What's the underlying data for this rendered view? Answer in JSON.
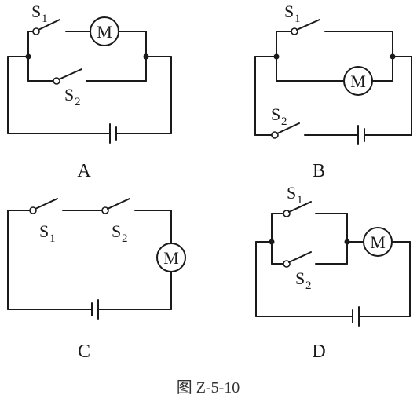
{
  "figure": {
    "caption": "图 Z-5-10",
    "switch1_base": "S",
    "switch1_sub": "1",
    "switch2_base": "S",
    "switch2_sub": "2",
    "motor_label": "M",
    "options": [
      "A",
      "B",
      "C",
      "D"
    ]
  }
}
